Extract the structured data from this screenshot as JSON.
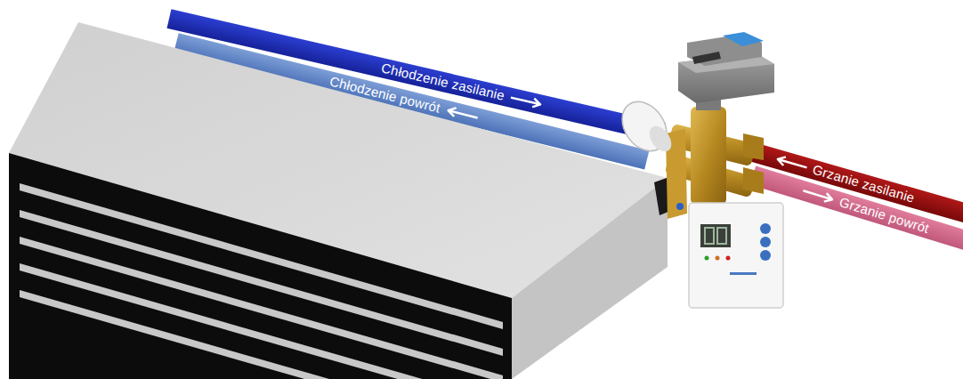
{
  "diagram": {
    "nodes": [
      {
        "text": [
          "Chłodzenie zasilanie"
        ]
      },
      {
        "text": [
          "Chłodzenie powrót"
        ]
      },
      {
        "text": [
          "Grzanie zasilanie"
        ]
      },
      {
        "text": [
          "Grzanie powrót"
        ]
      }
    ]
  }
}
